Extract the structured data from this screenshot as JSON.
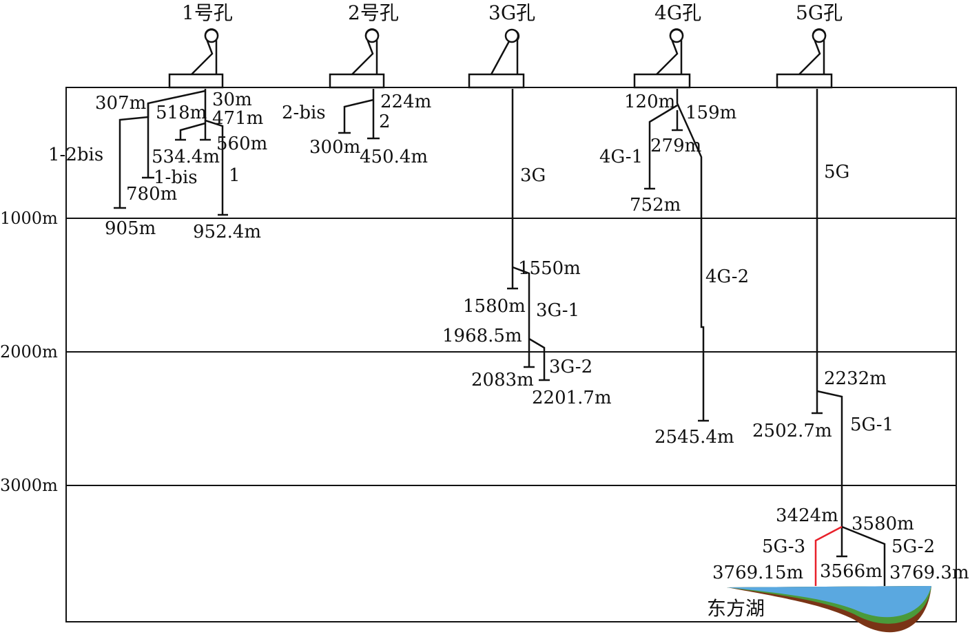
{
  "holes": [
    {
      "key": "h1",
      "title": "1号孔"
    },
    {
      "key": "h2",
      "title": "2号孔"
    },
    {
      "key": "h3",
      "title": "3G孔"
    },
    {
      "key": "h4",
      "title": "4G孔"
    },
    {
      "key": "h5",
      "title": "5G孔"
    }
  ],
  "depth_scale": [
    "1000m",
    "2000m",
    "3000m"
  ],
  "labels": {
    "h1_307m": "307m",
    "h1_30m": "30m",
    "h1_518m": "518m",
    "h1_471m": "471m",
    "h1_1_2bis": "1-2bis",
    "h1_534m": "534.4m",
    "h1_560m": "560m",
    "h1_1bis": "1-bis",
    "h1_1": "1",
    "h1_780m": "780m",
    "h1_905m": "905m",
    "h1_952m": "952.4m",
    "h2_2bis": "2-bis",
    "h2_224m": "224m",
    "h2_2": "2",
    "h2_300m": "300m",
    "h2_450m": "450.4m",
    "h3_3g": "3G",
    "h3_1550m": "1550m",
    "h3_1580m": "1580m",
    "h3_3g1": "3G-1",
    "h3_1968m": "1968.5m",
    "h3_3g2": "3G-2",
    "h3_2083m": "2083m",
    "h3_2201m": "2201.7m",
    "h4_120m": "120m",
    "h4_159m": "159m",
    "h4_4g1": "4G-1",
    "h4_279m": "279m",
    "h4_752m": "752m",
    "h4_4g2": "4G-2",
    "h4_2545m": "2545.4m",
    "h5_5g": "5G",
    "h5_2232m": "2232m",
    "h5_2502m": "2502.7m",
    "h5_5g1": "5G-1",
    "h5_3424m": "3424m",
    "h5_3580m": "3580m",
    "h5_5g3": "5G-3",
    "h5_5g2": "5G-2",
    "h5_3769_15m": "3769.15m",
    "h5_3566m": "3566m",
    "h5_3769_3m": "3769.3m",
    "lake": "东方湖"
  },
  "colors": {
    "line": "#111111",
    "sidetrack_5g3": "#e8202a",
    "lake_water": "#5aa8e0",
    "lake_green": "#4a9a3a",
    "lake_brown": "#7a3416"
  }
}
